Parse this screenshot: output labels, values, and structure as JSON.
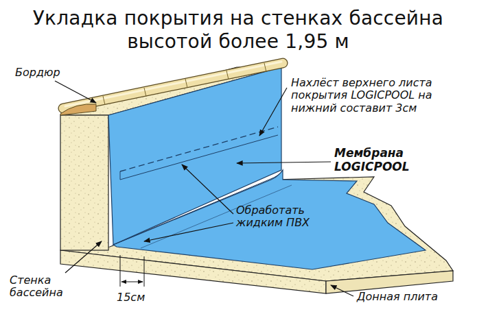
{
  "diagram": {
    "title": "Укладка покрытия на стенках бассейна высотой более 1,95 м",
    "labels": [
      "Бордюр",
      "Нахлёст верхнего листа покрытия LOGICPOOL на нижний составит 3см",
      "Мембрана LOGICPOOL",
      "Обработать жидким ПВХ",
      "Стенка бассейна",
      "15см",
      "Донная плита"
    ]
  }
}
